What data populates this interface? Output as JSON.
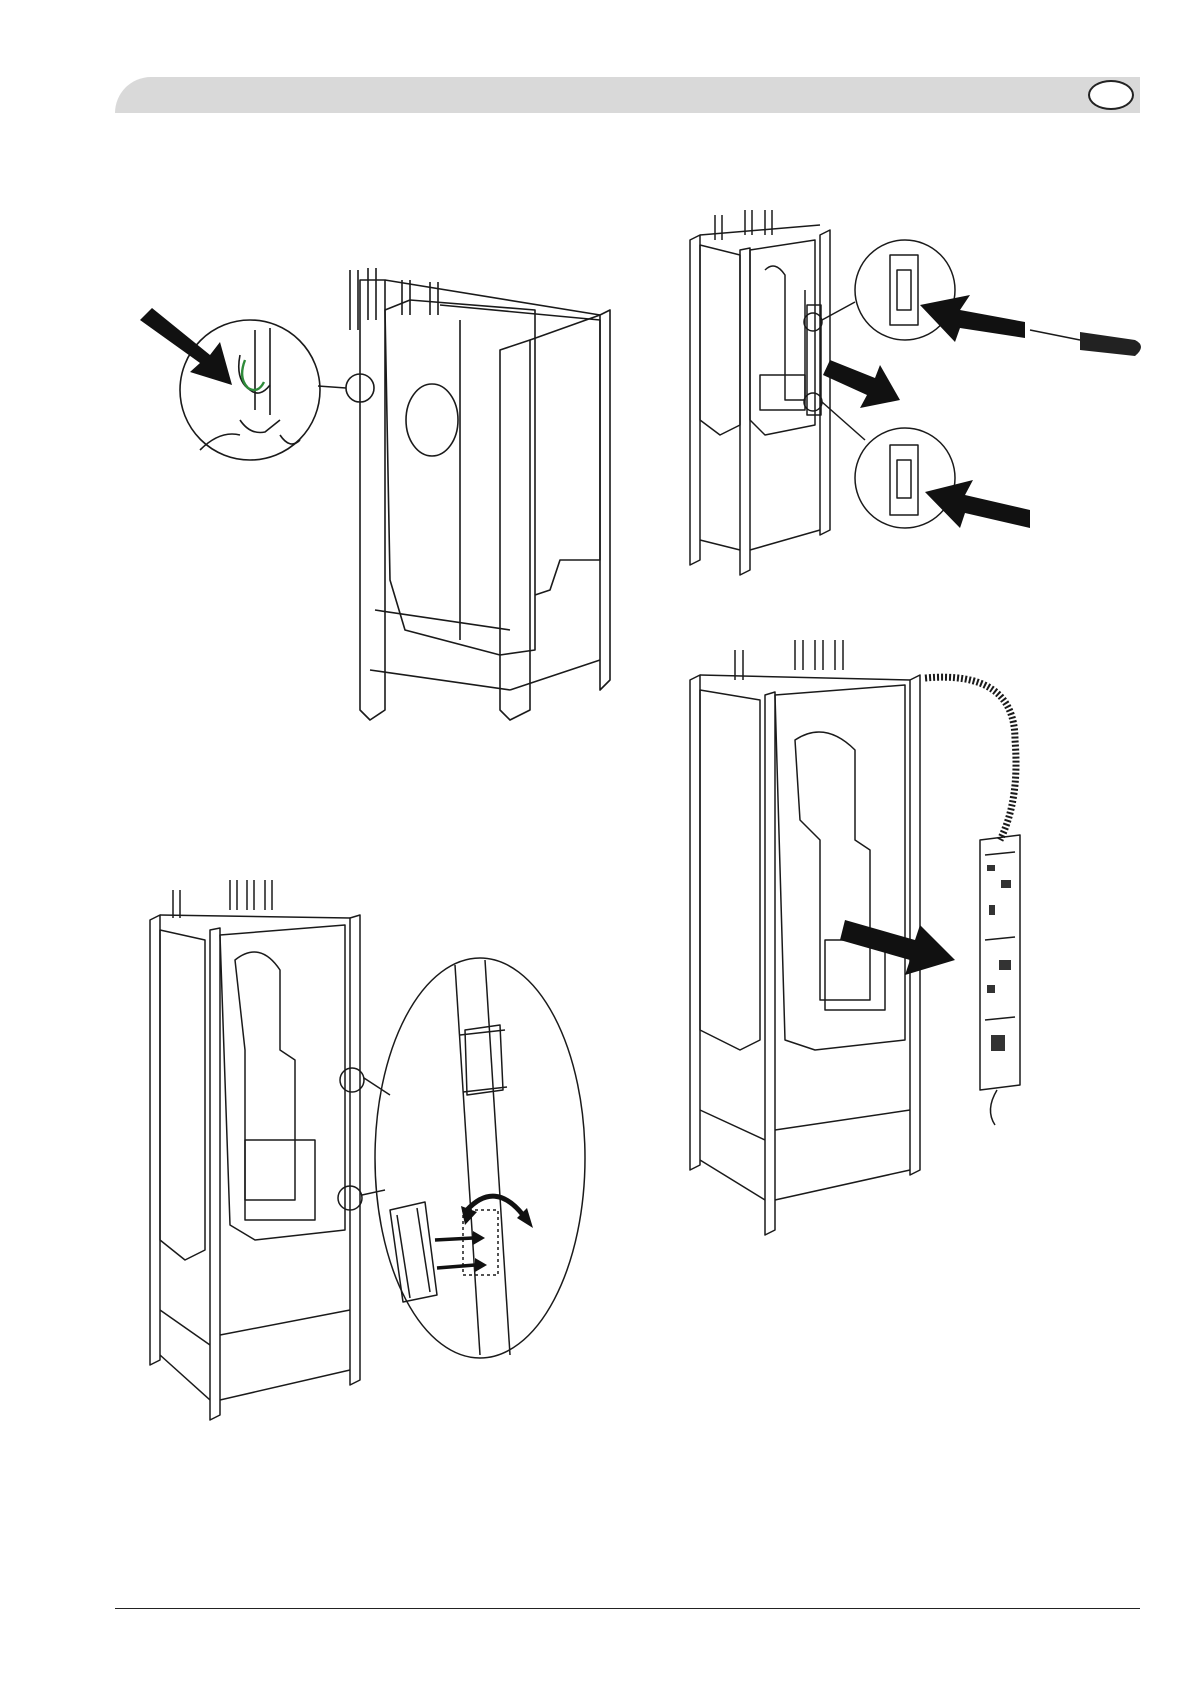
{
  "header": {
    "lang_badge": ""
  },
  "figures": [
    {
      "id": "fig1",
      "subject": "cabinet-front-cover-cable-detail"
    },
    {
      "id": "fig2",
      "subject": "control-box-release-with-screwdriver"
    },
    {
      "id": "fig3",
      "subject": "control-box-pull-out-on-cable"
    },
    {
      "id": "fig4",
      "subject": "din-rail-bracket-mount-detail"
    }
  ],
  "colors": {
    "line": "#1a1a1a",
    "band": "#d9d9d9",
    "wire_green": "#2e8b3a"
  }
}
